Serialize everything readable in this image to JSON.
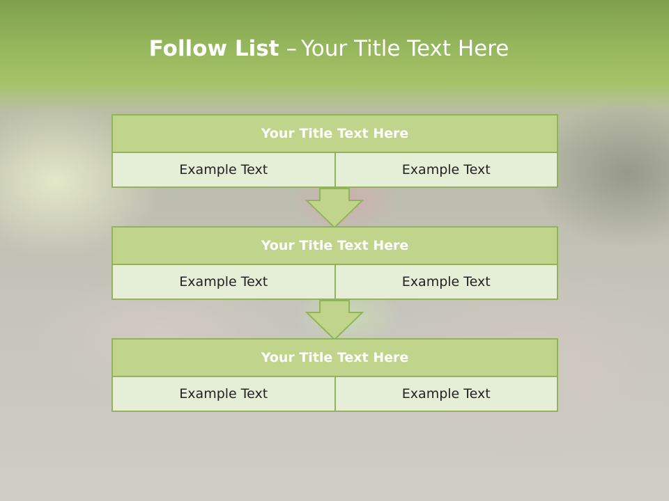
{
  "slide": {
    "title_strong": "Follow List",
    "title_separator": "–",
    "title_rest": "Your Title Text Here"
  },
  "blocks": [
    {
      "title": "Your Title Text Here",
      "left": "Example Text",
      "right": "Example Text"
    },
    {
      "title": "Your Title Text Here",
      "left": "Example Text",
      "right": "Example Text"
    },
    {
      "title": "Your Title Text Here",
      "left": "Example Text",
      "right": "Example Text"
    }
  ],
  "colors": {
    "header_green": "#97b85d",
    "block_title_fill": "#c0d58b",
    "cell_fill": "#e5eed7",
    "border_green": "#93b35a"
  }
}
